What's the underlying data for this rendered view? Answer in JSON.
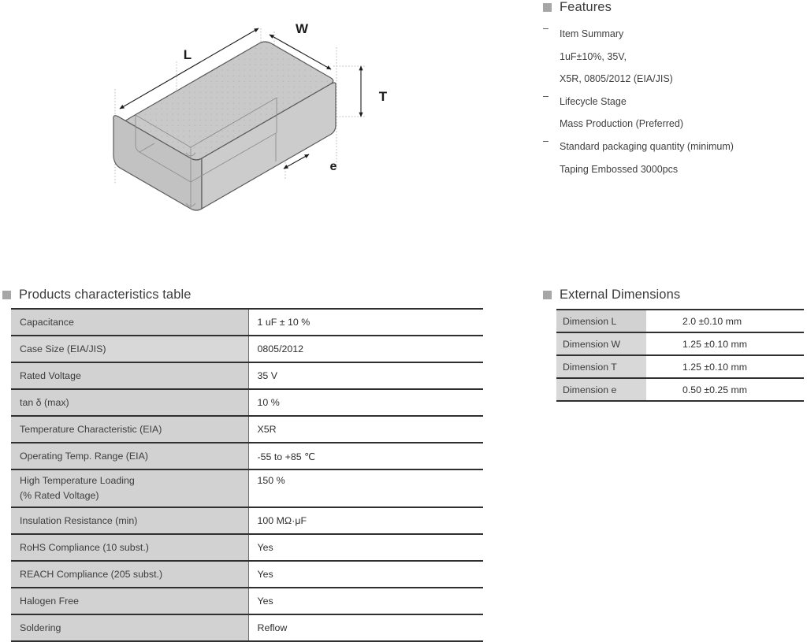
{
  "features": {
    "marker": "square-marker",
    "title": "Features",
    "items": [
      {
        "dash": "–",
        "label": "Item Summary",
        "sublines": [
          "1uF±10%, 35V,",
          "X5R, 0805/2012 (EIA/JIS)"
        ]
      },
      {
        "dash": "–",
        "label": "Lifecycle Stage",
        "sublines": [
          "Mass Production (Preferred)"
        ]
      },
      {
        "dash": "–",
        "label": "Standard packaging quantity (minimum)",
        "sublines": [
          "Taping Embossed 3000pcs"
        ]
      }
    ]
  },
  "diagram": {
    "name": "chip-capacitor-3d-diagram",
    "labels": {
      "length": "L",
      "width": "W",
      "thickness": "T",
      "electrode": "e"
    },
    "body_fill": "#c9c9c9",
    "body_stroke": "#5a5a5a"
  },
  "characteristics": {
    "marker": "square-marker",
    "title": "Products characteristics table",
    "rows": [
      {
        "label": "Capacitance",
        "value": "1 uF ± 10 %"
      },
      {
        "label": "Case Size (EIA/JIS)",
        "value": "0805/2012"
      },
      {
        "label": "Rated Voltage",
        "value": "35 V"
      },
      {
        "label": "tan δ  (max)",
        "value": "10 %"
      },
      {
        "label": "Temperature Characteristic (EIA)",
        "value": "X5R"
      },
      {
        "label": "Operating Temp. Range (EIA)",
        "value": "-55 to +85 ℃"
      },
      {
        "label": "High Temperature Loading",
        "label2": "(% Rated Voltage)",
        "value": "150 %"
      },
      {
        "label": "Insulation Resistance (min)",
        "value": "100 MΩ·μF"
      },
      {
        "label": "RoHS Compliance (10 subst.)",
        "value": "Yes"
      },
      {
        "label": "REACH Compliance (205 subst.)",
        "value": "Yes"
      },
      {
        "label": "Halogen Free",
        "value": "Yes"
      },
      {
        "label": "Soldering",
        "value": "Reflow"
      }
    ]
  },
  "dimensions": {
    "marker": "square-marker",
    "title": "External Dimensions",
    "rows": [
      {
        "label": "Dimension L",
        "value": "2.0 ±0.10 mm"
      },
      {
        "label": "Dimension W",
        "value": "1.25 ±0.10 mm"
      },
      {
        "label": "Dimension T",
        "value": "1.25 ±0.10 mm"
      },
      {
        "label": "Dimension e",
        "value": "0.50 ±0.25 mm"
      }
    ]
  },
  "colors": {
    "label_cell": "#d2d2d2",
    "marker": "#a6a6a6",
    "rule": "#2f2f2f",
    "text": "#3d3d3d"
  }
}
